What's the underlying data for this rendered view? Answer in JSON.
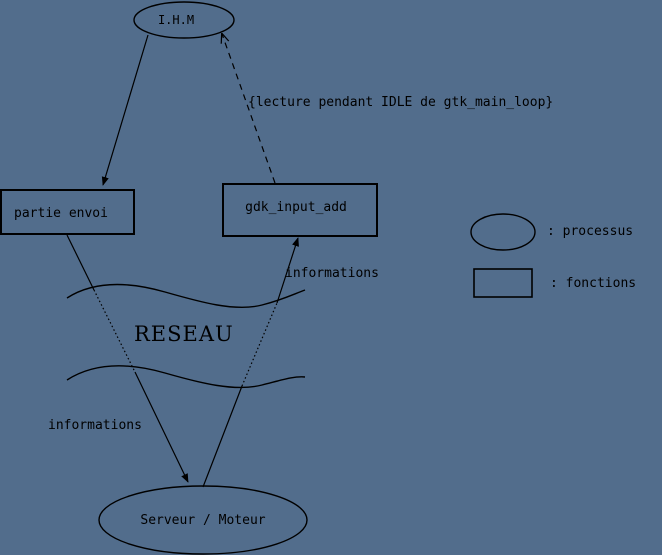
{
  "nodes": {
    "ihm": "I.H.M",
    "partie_envoi": "partie envoi",
    "gdk_input_add": "gdk_input_add",
    "serveur": "Serveur / Moteur"
  },
  "labels": {
    "lecture": "{lecture pendant IDLE de gtk_main_loop}",
    "reseau": "RESEAU",
    "informations_right": "informations",
    "informations_left": "informations"
  },
  "legend": {
    "processus": ": processus",
    "fonctions": ": fonctions"
  },
  "colors": {
    "background": "#526d8c",
    "stroke": "#000000"
  }
}
